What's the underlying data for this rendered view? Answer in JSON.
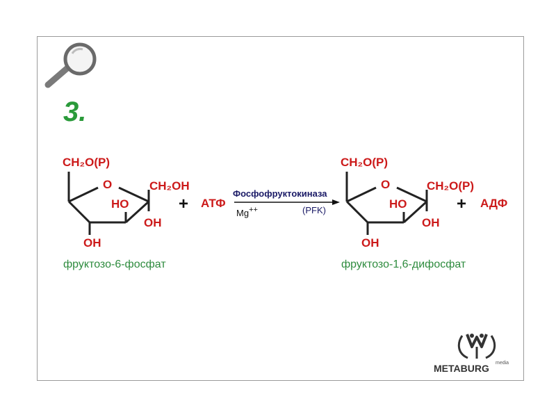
{
  "step_number": "3.",
  "left_molecule": {
    "top_group": "CH₂O(P)",
    "ring_oxygen": "O",
    "right_group": "CH₂OH",
    "inner_hydroxyl": "HO",
    "right_hydroxyl": "OH",
    "bottom_hydroxyl": "OH",
    "name": "фруктозо-6-фосфат"
  },
  "plus_sign": "+",
  "reactant": "АТФ",
  "enzyme": {
    "name": "Фосфофруктокиназа",
    "abbreviation": "(PFK)",
    "cofactor": "Mg",
    "cofactor_charge": "++"
  },
  "right_molecule": {
    "top_group": "CH₂O(P)",
    "ring_oxygen": "O",
    "right_group": "CH₂O(P)",
    "inner_hydroxyl": "HO",
    "right_hydroxyl": "OH",
    "bottom_hydroxyl": "OH",
    "name": "фруктозо-1,6-дифосфат"
  },
  "product": "АДФ",
  "logo": {
    "brand": "METABURG",
    "sub": "media"
  },
  "colors": {
    "red": "#cc1a1a",
    "green": "#2e8b3e",
    "step": "#2a9a3a",
    "navy": "#1a1a66"
  },
  "icons": [
    "magnifier-icon",
    "metaburg-logo-icon"
  ]
}
